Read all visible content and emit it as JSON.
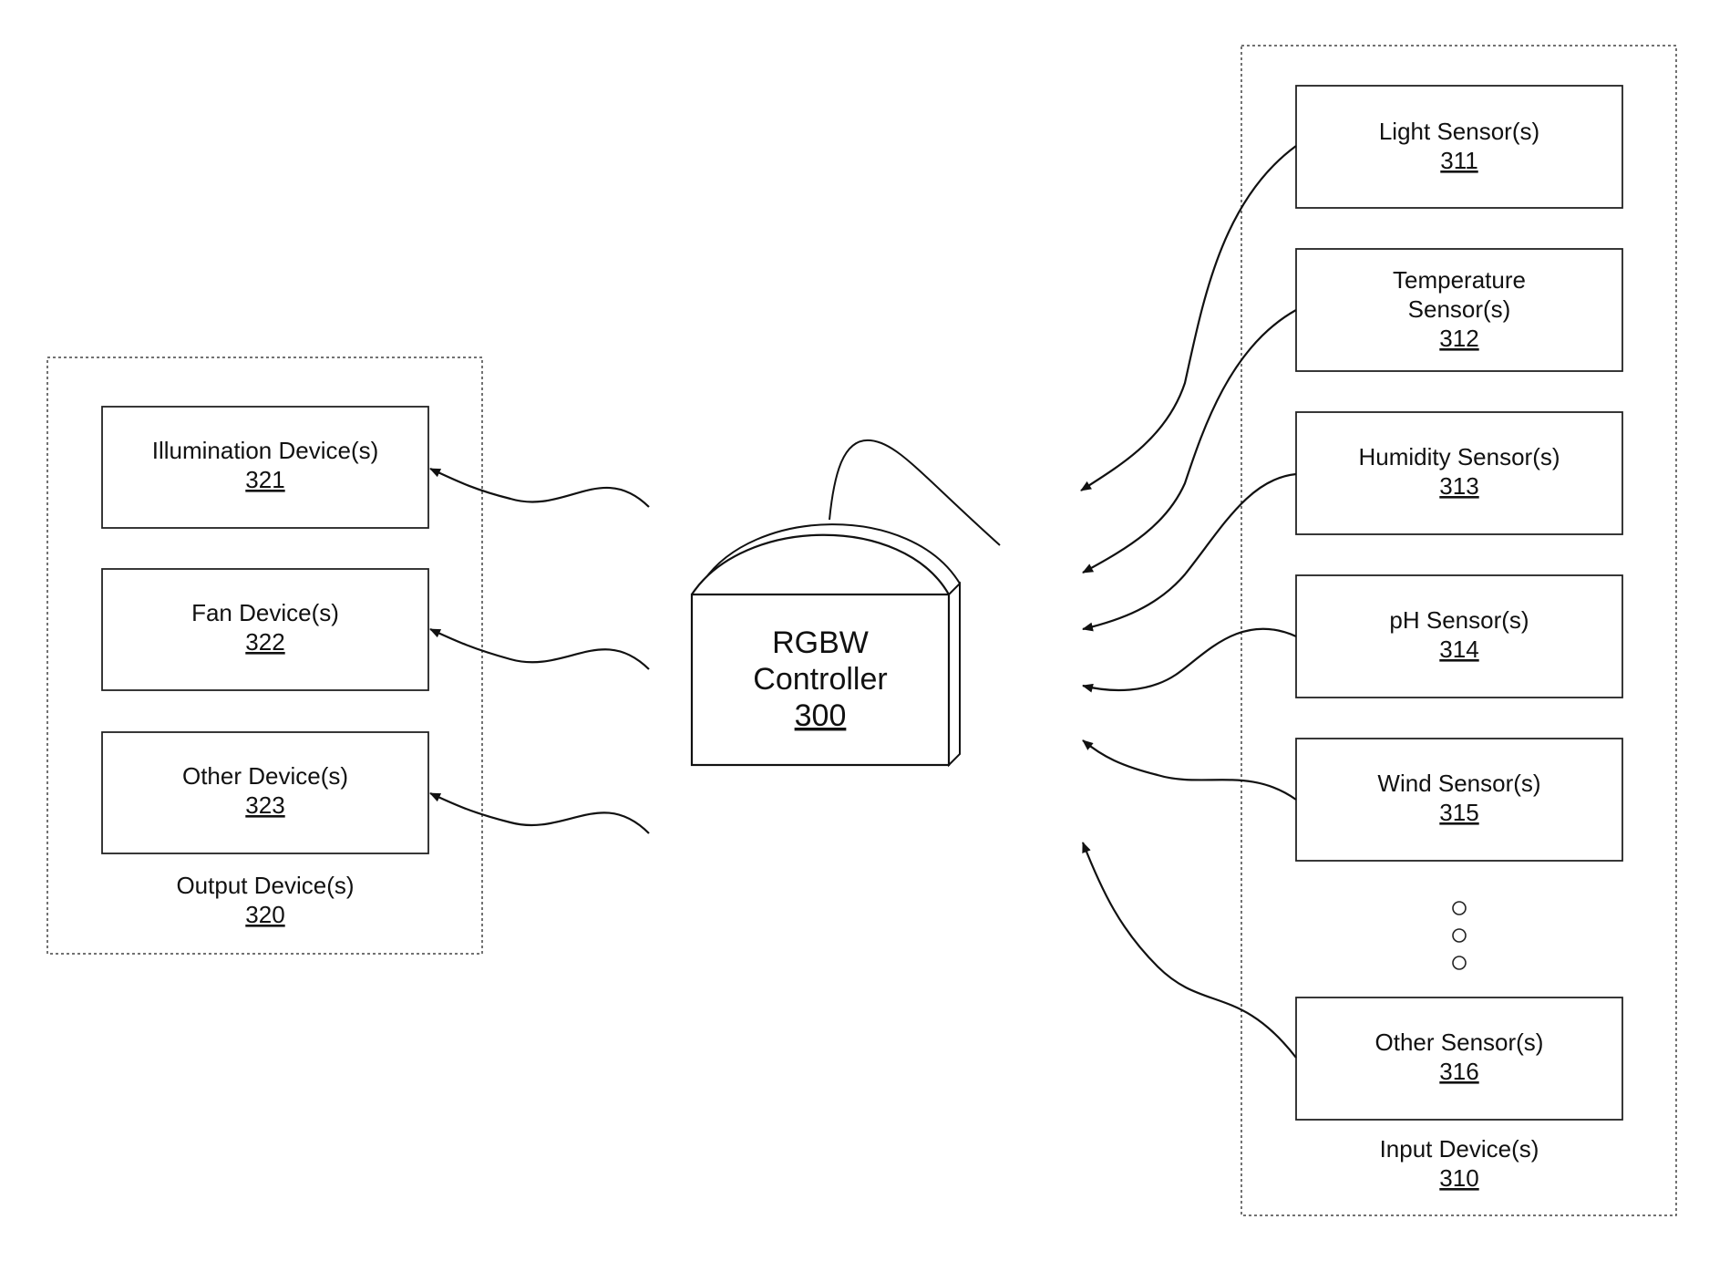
{
  "controller": {
    "line1": "RGBW",
    "line2": "Controller",
    "number": "300"
  },
  "output_group": {
    "label": "Output Device(s)",
    "number": "320",
    "devices": [
      {
        "label": "Illumination Device(s)",
        "number": "321"
      },
      {
        "label": "Fan Device(s)",
        "number": "322"
      },
      {
        "label": "Other Device(s)",
        "number": "323"
      }
    ]
  },
  "input_group": {
    "label": "Input Device(s)",
    "number": "310",
    "sensors": [
      {
        "line1": "Light Sensor(s)",
        "line2": "",
        "number": "311"
      },
      {
        "line1": "Temperature",
        "line2": "Sensor(s)",
        "number": "312"
      },
      {
        "line1": "Humidity Sensor(s)",
        "line2": "",
        "number": "313"
      },
      {
        "line1": "pH Sensor(s)",
        "line2": "",
        "number": "314"
      },
      {
        "line1": "Wind Sensor(s)",
        "line2": "",
        "number": "315"
      },
      {
        "line1": "Other Sensor(s)",
        "line2": "",
        "number": "316"
      }
    ]
  }
}
